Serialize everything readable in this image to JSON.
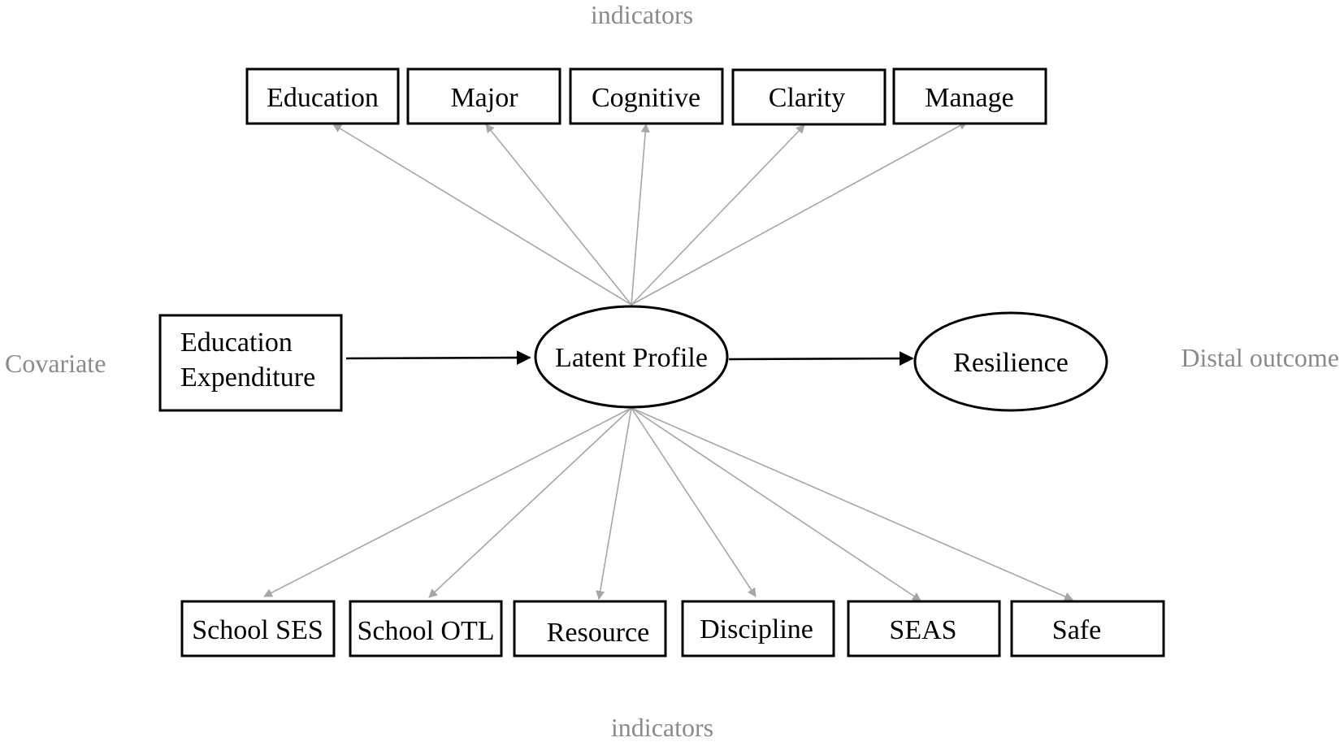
{
  "labels": {
    "top_indicators": "indicators",
    "bottom_indicators": "indicators",
    "covariate": "Covariate",
    "distal_outcome": "Distal outcome"
  },
  "top_indicators": [
    {
      "label": "Education"
    },
    {
      "label": "Major"
    },
    {
      "label": "Cognitive"
    },
    {
      "label": "Clarity"
    },
    {
      "label": "Manage"
    }
  ],
  "bottom_indicators": [
    {
      "label": "School SES"
    },
    {
      "label": "School OTL"
    },
    {
      "label": "Resource"
    },
    {
      "label": "Discipline"
    },
    {
      "label": "SEAS"
    },
    {
      "label": "Safe"
    }
  ],
  "covariate_box": {
    "line1": "Education",
    "line2": "Expenditure"
  },
  "latent_node": {
    "label": "Latent Profile"
  },
  "outcome_node": {
    "label": "Resilience"
  },
  "colors": {
    "indicator_arrow": "#a6a6a6",
    "main_arrow": "#000000",
    "side_label": "#8a8a8a"
  }
}
